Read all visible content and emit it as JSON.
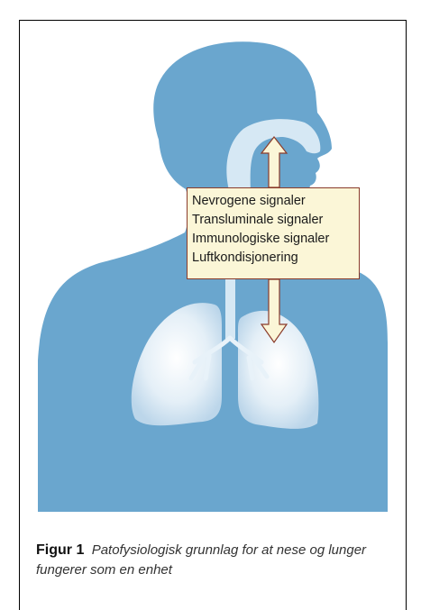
{
  "diagram": {
    "signals": [
      "Nevrogene signaler",
      "Transluminale signaler",
      "Immunologiske signaler",
      "Luftkondisjonering"
    ]
  },
  "caption": {
    "figure_label": "Figur 1",
    "text": "Patofysiologisk grunnlag for at nese og lunger fungerer som en enhet"
  },
  "colors": {
    "body": "#6aa6ce",
    "airway": "#d6e8f4",
    "label_bg": "#fbf6d7",
    "label_border": "#8a3b2a"
  }
}
